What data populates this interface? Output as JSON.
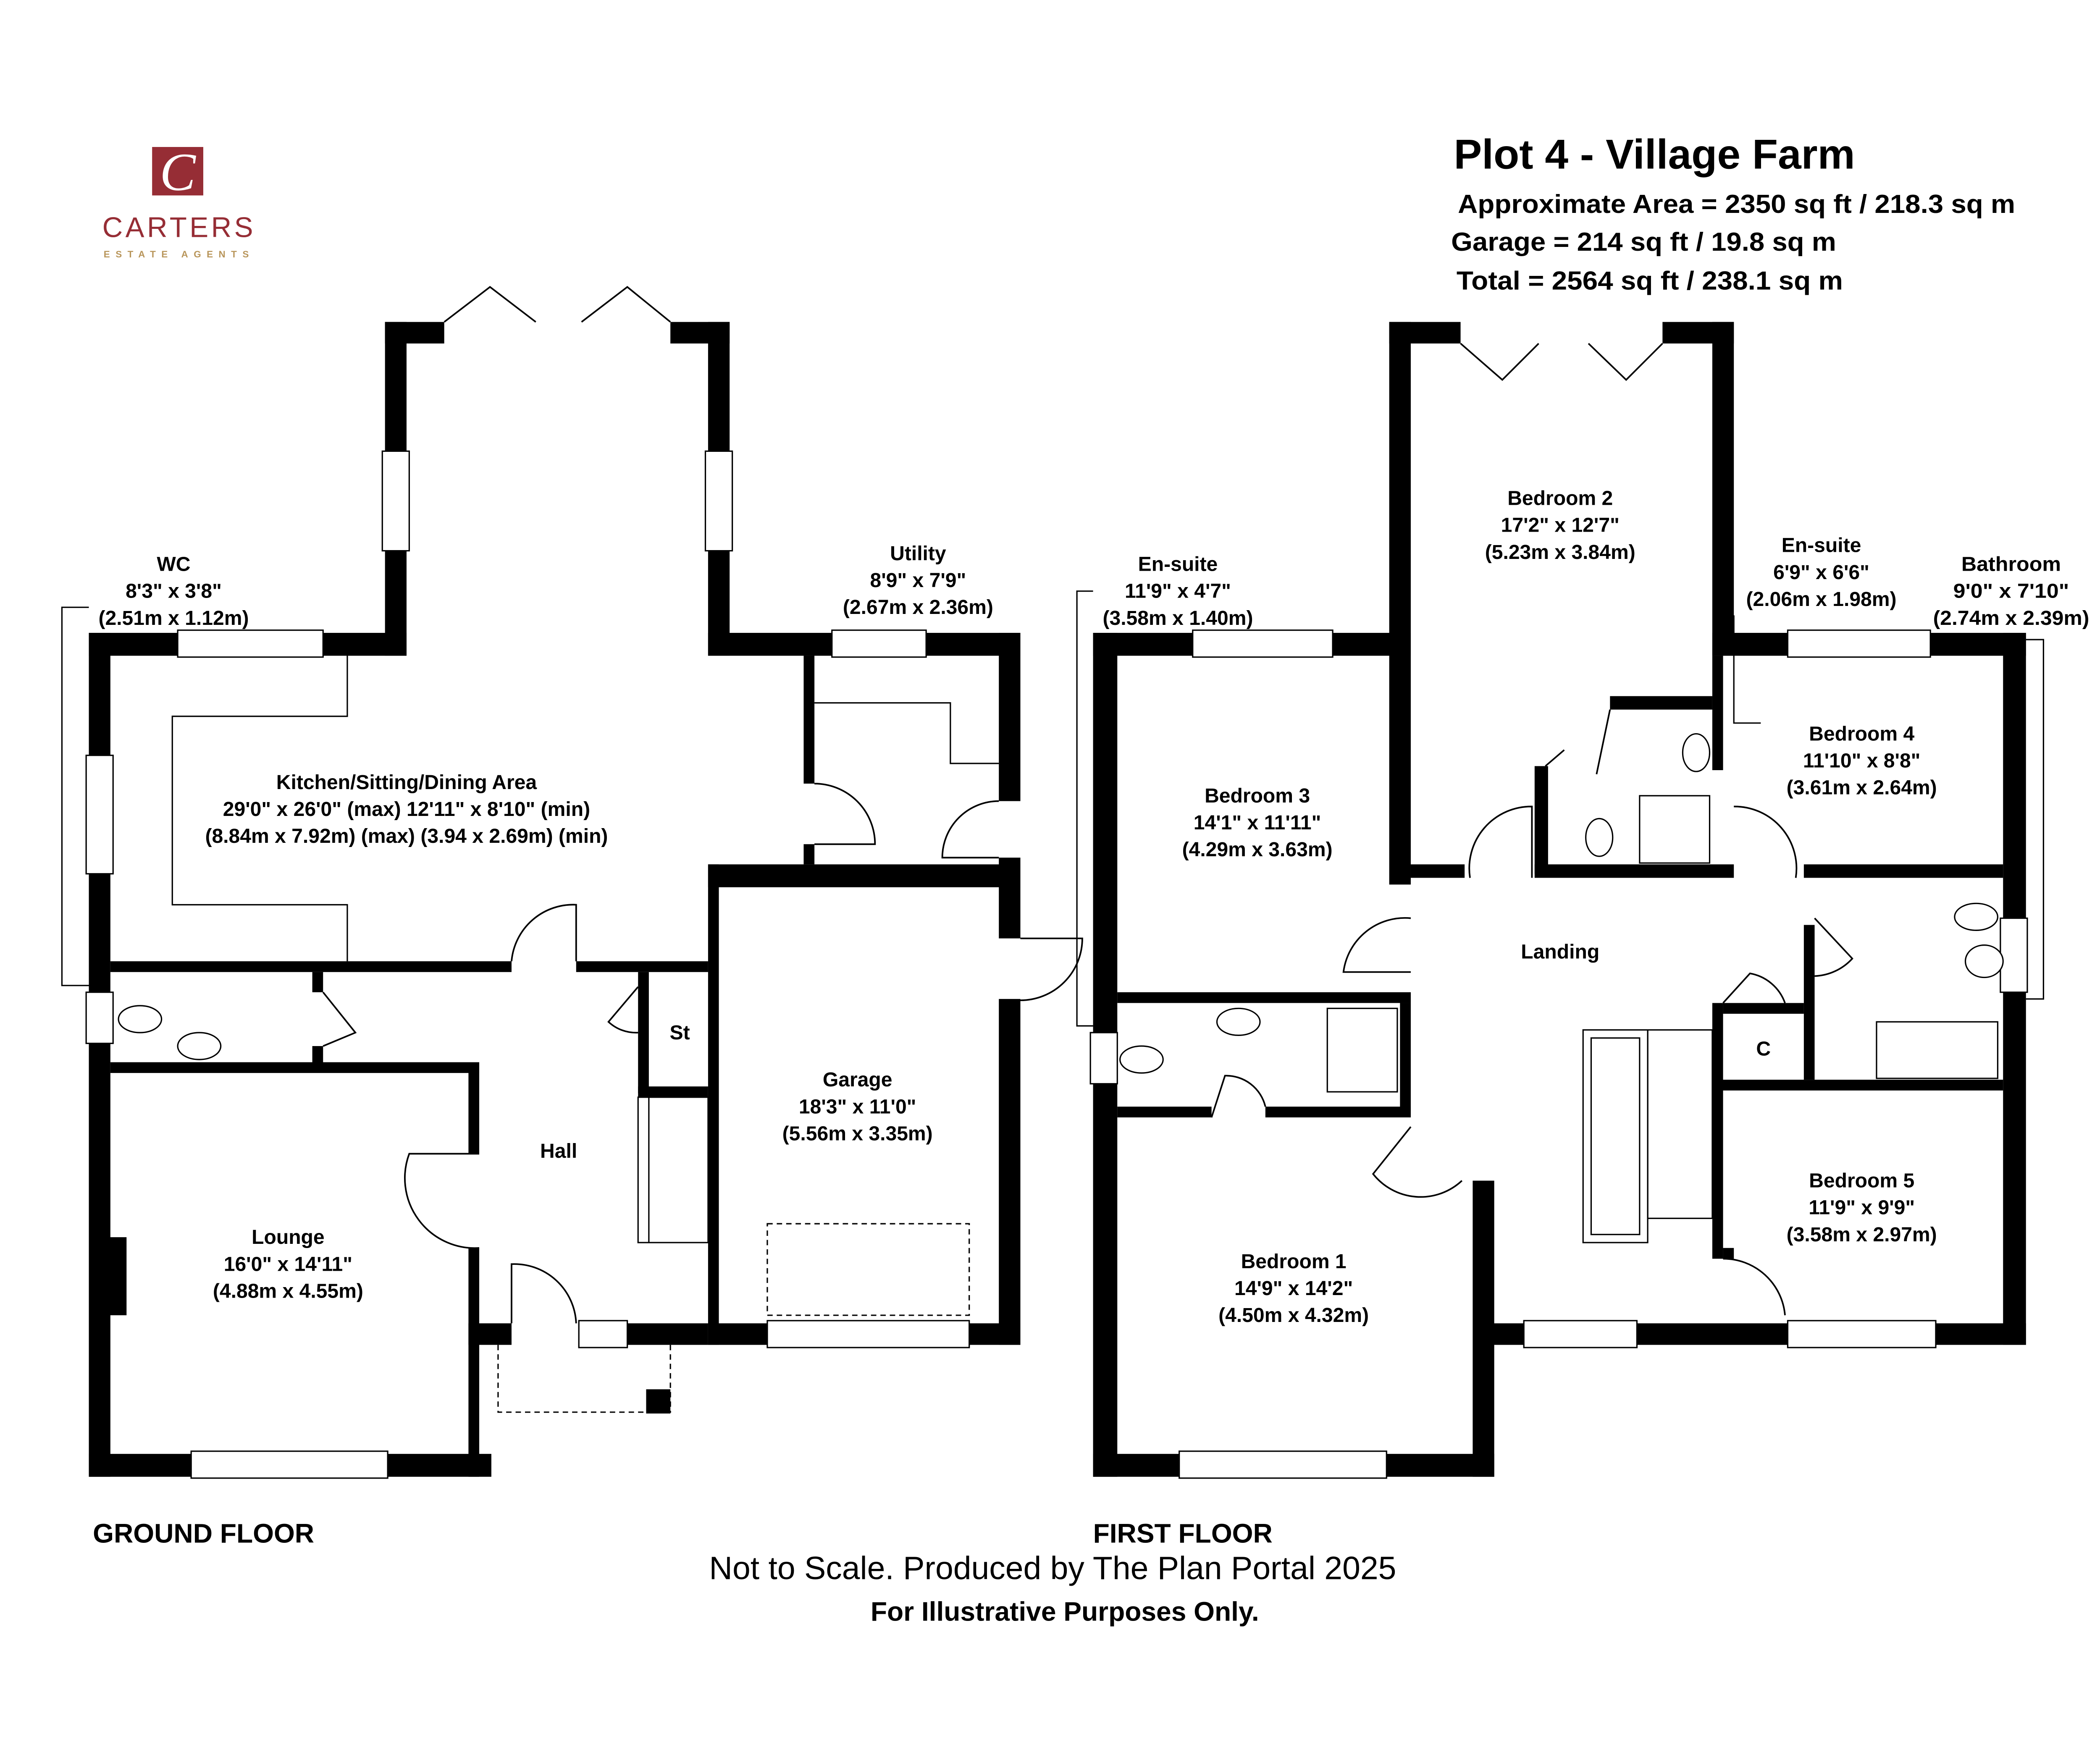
{
  "header": {
    "title": "Plot 4 - Village Farm",
    "approx_area": "Approximate Area = 2350 sq ft / 218.3 sq m",
    "garage_area": "Garage = 214 sq ft / 19.8 sq m",
    "total_area": "Total = 2564 sq ft / 238.1 sq m"
  },
  "logo": {
    "letter": "C",
    "name": "CARTERS",
    "tagline": "ESTATE AGENTS",
    "brand_color": "#962d35",
    "tagline_color": "#b8955a"
  },
  "ground_floor": {
    "label": "GROUND FLOOR",
    "rooms": {
      "kitchen": {
        "name": "Kitchen/Sitting/Dining Area",
        "dim_imperial": "29'0\" x 26'0\" (max) 12'11\" x  8'10\" (min)",
        "dim_metric": "(8.84m x 7.92m) (max) (3.94 x 2.69m) (min)"
      },
      "wc": {
        "name": "WC",
        "dim_imperial": "8'3\" x 3'8\"",
        "dim_metric": "(2.51m x 1.12m)"
      },
      "utility": {
        "name": "Utility",
        "dim_imperial": "8'9\" x 7'9\"",
        "dim_metric": "(2.67m x 2.36m)"
      },
      "garage": {
        "name": "Garage",
        "dim_imperial": "18'3\" x 11'0\"",
        "dim_metric": "(5.56m x 3.35m)"
      },
      "lounge": {
        "name": "Lounge",
        "dim_imperial": "16'0\" x 14'11\"",
        "dim_metric": "(4.88m x 4.55m)"
      },
      "hall": {
        "name": "Hall"
      },
      "store": {
        "name": "St"
      }
    }
  },
  "first_floor": {
    "label": "FIRST FLOOR",
    "rooms": {
      "bedroom2": {
        "name": "Bedroom 2",
        "dim_imperial": "17'2\" x 12'7\"",
        "dim_metric": "(5.23m x 3.84m)"
      },
      "ensuite1": {
        "name": "En-suite",
        "dim_imperial": "11'9\" x 4'7\"",
        "dim_metric": "(3.58m x 1.40m)"
      },
      "ensuite2": {
        "name": "En-suite",
        "dim_imperial": "6'9\" x 6'6\"",
        "dim_metric": "(2.06m x 1.98m)"
      },
      "bathroom": {
        "name": "Bathroom",
        "dim_imperial": "9'0\" x 7'10\"",
        "dim_metric": "(2.74m x 2.39m)"
      },
      "bedroom3": {
        "name": "Bedroom 3",
        "dim_imperial": "14'1\" x 11'11\"",
        "dim_metric": "(4.29m x 3.63m)"
      },
      "bedroom4": {
        "name": "Bedroom 4",
        "dim_imperial": "11'10\" x 8'8\"",
        "dim_metric": "(3.61m x 2.64m)"
      },
      "landing": {
        "name": "Landing"
      },
      "cupboard": {
        "name": "C"
      },
      "bedroom5": {
        "name": "Bedroom 5",
        "dim_imperial": "11'9\" x 9'9\"",
        "dim_metric": "(3.58m x 2.97m)"
      },
      "bedroom1": {
        "name": "Bedroom 1",
        "dim_imperial": "14'9\" x 14'2\"",
        "dim_metric": "(4.50m x 4.32m)"
      }
    }
  },
  "footer": {
    "scale_note": "Not to Scale. Produced by The Plan Portal 2025",
    "purpose_note": "For Illustrative Purposes Only."
  }
}
